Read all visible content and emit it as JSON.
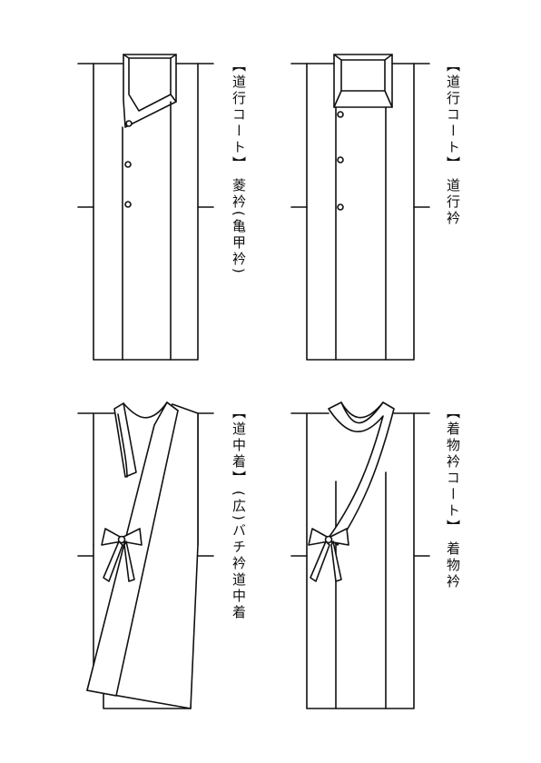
{
  "panels": [
    {
      "id": "michiyuki-hishi",
      "category": "【道行コート】",
      "collar": "菱衿(亀甲衿)"
    },
    {
      "id": "michiyuki",
      "category": "【道行コート】",
      "collar": "道行衿"
    },
    {
      "id": "dochugi",
      "category": "【道中着】",
      "collar": "(広)バチ衿道中着"
    },
    {
      "id": "kimono-collar-coat",
      "category": "【着物衿コート】",
      "collar": "着物衿"
    }
  ]
}
